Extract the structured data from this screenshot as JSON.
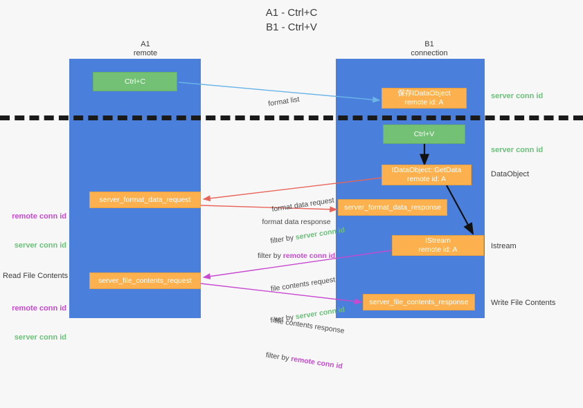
{
  "title": "A1 - Ctrl+C\nB1 - Ctrl+V",
  "columns": {
    "left": {
      "name": "A1",
      "sub": "remote",
      "label": "A1\nremote"
    },
    "right": {
      "name": "B1",
      "sub": "connection",
      "label": "B1\nconnection"
    }
  },
  "nodes": {
    "ctrl_c": {
      "line1": "Ctrl+C",
      "line2": "",
      "color": "#72c175"
    },
    "save_idataobject": {
      "line1": "保存IDataObject",
      "line2": "remote id: A",
      "color": "#fcb14e"
    },
    "ctrl_v": {
      "line1": "Ctrl+V",
      "line2": "",
      "color": "#72c175"
    },
    "getdata": {
      "line1": "IDataObject::GetData",
      "line2": "remote id: A",
      "color": "#fcb14e"
    },
    "istream": {
      "line1": "IStream",
      "line2": "remote id: A",
      "color": "#fcb14e"
    },
    "fmt_data_request": {
      "line1": "server_format_data_request",
      "line2": "",
      "color": "#fcb14e"
    },
    "fmt_data_response": {
      "line1": "server_format_data_response",
      "line2": "",
      "color": "#fcb14e"
    },
    "file_contents_request": {
      "line1": "server_file_contents_request",
      "line2": "",
      "color": "#fcb14e"
    },
    "file_contents_response": {
      "line1": "server_file_contents_response",
      "line2": "",
      "color": "#fcb14e"
    }
  },
  "edge_labels": {
    "format_list": {
      "text": "format list"
    },
    "format_data_request": {
      "line1": "format data request",
      "filter_prefix": "filter by ",
      "filter_id": "server conn id"
    },
    "format_data_response": {
      "line1": "format data response",
      "filter_prefix": "filter by ",
      "filter_id": "remote conn id"
    },
    "file_contents_request": {
      "line1": "file contents request",
      "filter_prefix": "filter by ",
      "filter_id": "server conn id"
    },
    "file_contents_response": {
      "line1": "file contents response",
      "filter_prefix": "filter by ",
      "filter_id": "remote conn id"
    }
  },
  "right_labels": {
    "server_conn_id_top": "server conn id",
    "server_conn_id_middle": "server conn id",
    "dataobject": "DataObject",
    "istream": "Istream",
    "write_file_contents": "Write File Contents"
  },
  "left_labels": {
    "ids_middle": {
      "remote": "remote conn id",
      "server": "server conn id"
    },
    "read_title": "Read File Contents",
    "ids_bottom": {
      "remote": "remote conn id",
      "server": "server conn id"
    }
  },
  "colors": {
    "lane": "#4a7fdc",
    "green_box": "#72c175",
    "orange_box": "#fcb14e",
    "green_text": "#6cc07a",
    "magenta": "#c74ad0",
    "red_arrow": "#e8645a",
    "blue_arrow": "#6ab4e8",
    "black": "#1a1a1a",
    "background": "#f7f7f7"
  }
}
